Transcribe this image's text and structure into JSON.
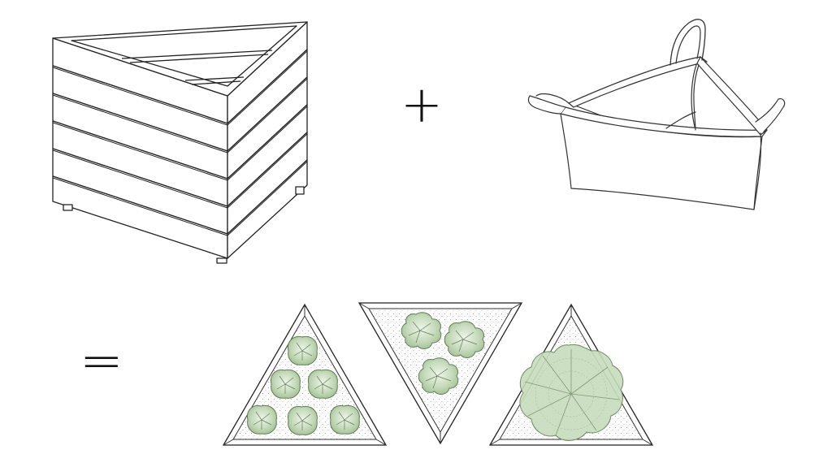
{
  "operators": {
    "plus": "+",
    "equals": "="
  },
  "colors": {
    "line": "#222222",
    "plant_fill": "#cfe0c6",
    "plant_stroke": "#6f8f63",
    "soil_dots": "#9a9a9a",
    "background": "#ffffff"
  },
  "components": [
    {
      "name": "triangular-wooden-planter-frame",
      "icon": "wooden-crate-icon"
    },
    {
      "name": "fabric-grow-bag-liner",
      "icon": "grow-bag-icon"
    }
  ],
  "results": [
    {
      "name": "planter-with-six-small-plants",
      "plant_count": 6,
      "orientation": "point-up"
    },
    {
      "name": "planter-with-three-medium-plants",
      "plant_count": 3,
      "orientation": "point-down"
    },
    {
      "name": "planter-with-one-large-plant",
      "plant_count": 1,
      "orientation": "point-up"
    }
  ]
}
